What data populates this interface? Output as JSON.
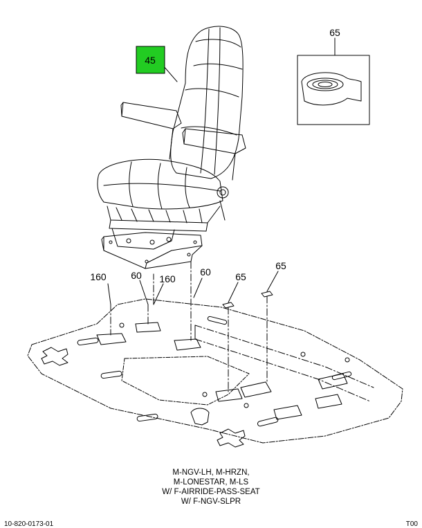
{
  "callouts": {
    "seat": "45",
    "inset_part": "65",
    "left_front": "160",
    "center_front": "60",
    "center_rear": "160",
    "right_front": "60",
    "pad_a": "65",
    "pad_b": "65"
  },
  "highlight_color": "#22cc22",
  "caption": [
    "M-NGV-LH, M-HRZN,",
    "M-LONESTAR, M-LS",
    "W/ F-AIRRIDE-PASS-SEAT",
    "W/ F-NGV-SLPR"
  ],
  "footer": {
    "left": "10-820-0173-01",
    "right": "T00"
  }
}
